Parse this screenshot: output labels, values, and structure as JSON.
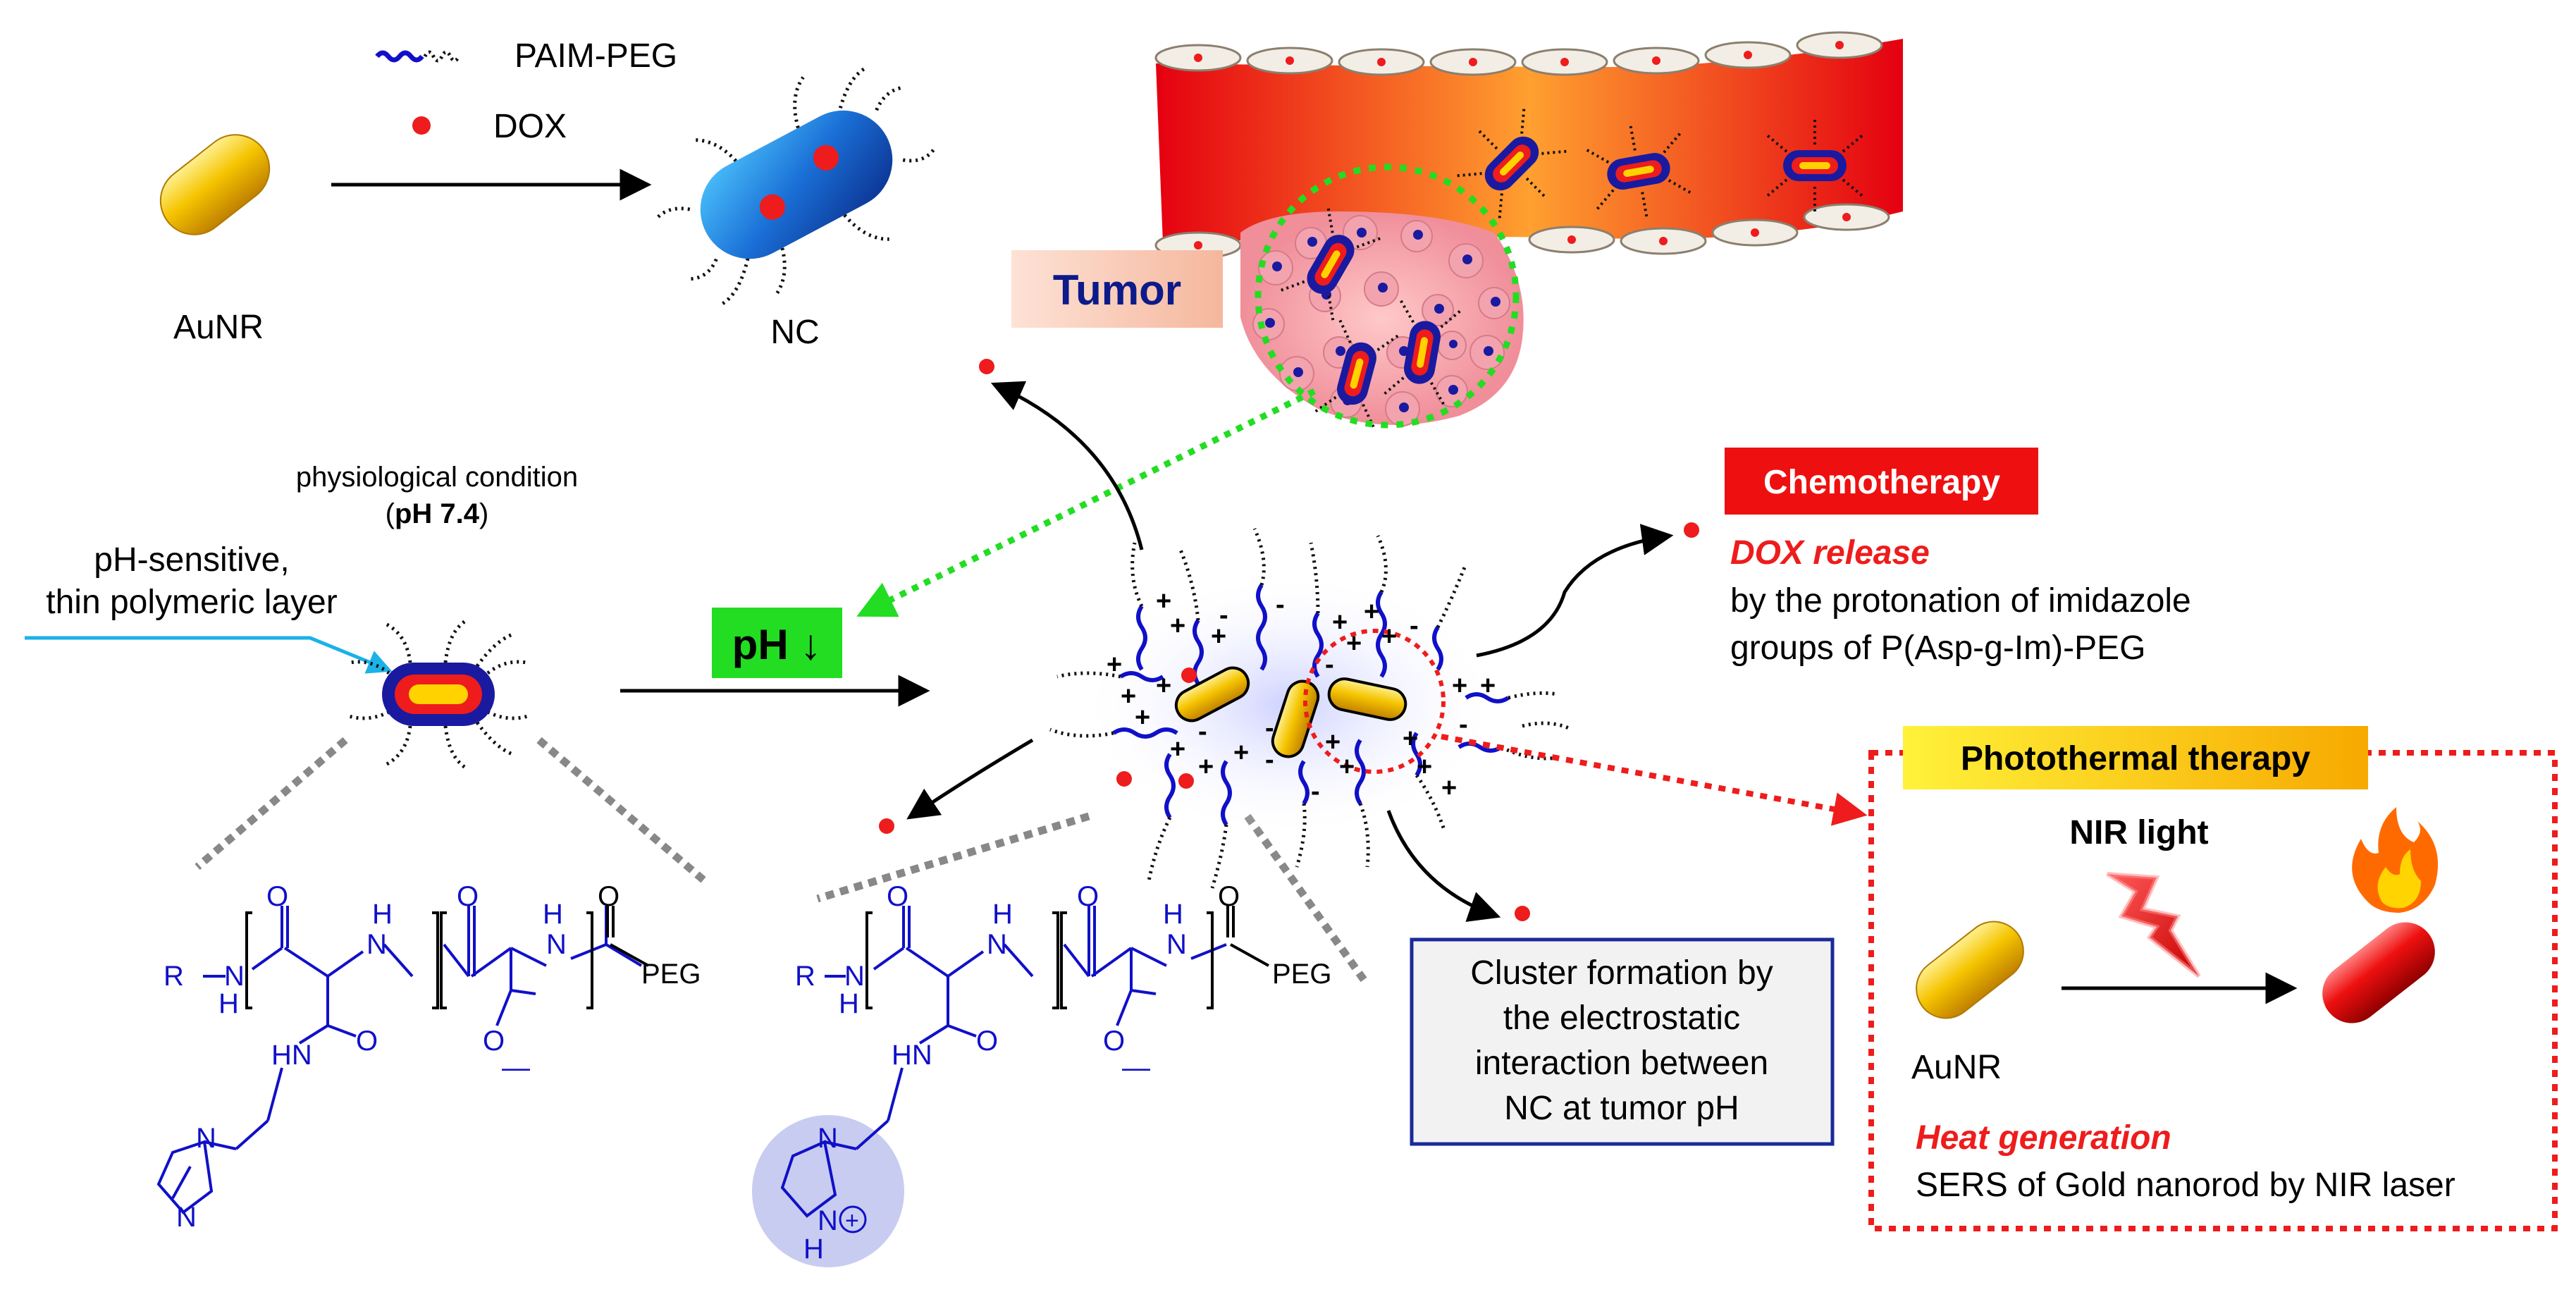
{
  "legend": {
    "paim_peg": "PAIM-PEG",
    "dox": "DOX"
  },
  "top": {
    "aunr_label": "AuNR",
    "nc_label": "NC"
  },
  "tumor_label": "Tumor",
  "physiological": {
    "line1": "physiological condition",
    "line2_open": "(",
    "line2_bold": "pH 7.4",
    "line2_close": ")"
  },
  "layer_note": {
    "line1": "pH-sensitive,",
    "line2": "thin polymeric layer"
  },
  "ph_drop_label": "pH ↓",
  "chemotherapy": {
    "title": "Chemotherapy",
    "subtitle": "DOX release",
    "line1": "by the protonation of imidazole",
    "line2": "groups of P(Asp-g-Im)-PEG"
  },
  "photothermal": {
    "title": "Photothermal therapy",
    "nir_label": "NIR light",
    "aunr_label": "AuNR",
    "heat_title": "Heat generation",
    "heat_desc": "SERS of Gold nanorod by NIR laser"
  },
  "cluster_note": {
    "line1": "Cluster formation by",
    "line2": "the electrostatic",
    "line3": "interaction between",
    "line4": "NC at tumor pH"
  },
  "chem_left": {
    "R": "R",
    "nh_h": "H",
    "nh_n": "N",
    "o1": "O",
    "h2": "H",
    "n2": "N",
    "o2": "O",
    "h3": "H",
    "n3": "N",
    "o3": "O",
    "peg": "PEG",
    "hn": "HN",
    "o4": "O",
    "o5": "O",
    "minus": "—",
    "n_top": "N",
    "n_bottom": "N"
  },
  "chem_right": {
    "R": "R",
    "nh_h": "H",
    "nh_n": "N",
    "o1": "O",
    "h2": "H",
    "n2": "N",
    "o2": "O",
    "h3": "H",
    "n3": "N",
    "o3": "O",
    "peg": "PEG",
    "hn": "HN",
    "o4": "O",
    "o5": "O",
    "minus": "—",
    "n_top": "N",
    "n_bottom": "N",
    "h_bottom": "H",
    "plus": "+"
  },
  "charges": {
    "plus": "+",
    "minus": "-"
  },
  "colors": {
    "blue_chem": "#1010c8",
    "red": "#ee1c1c",
    "green": "#22dd22",
    "gold": "#f0b800",
    "navy": "#0c1a8a"
  }
}
